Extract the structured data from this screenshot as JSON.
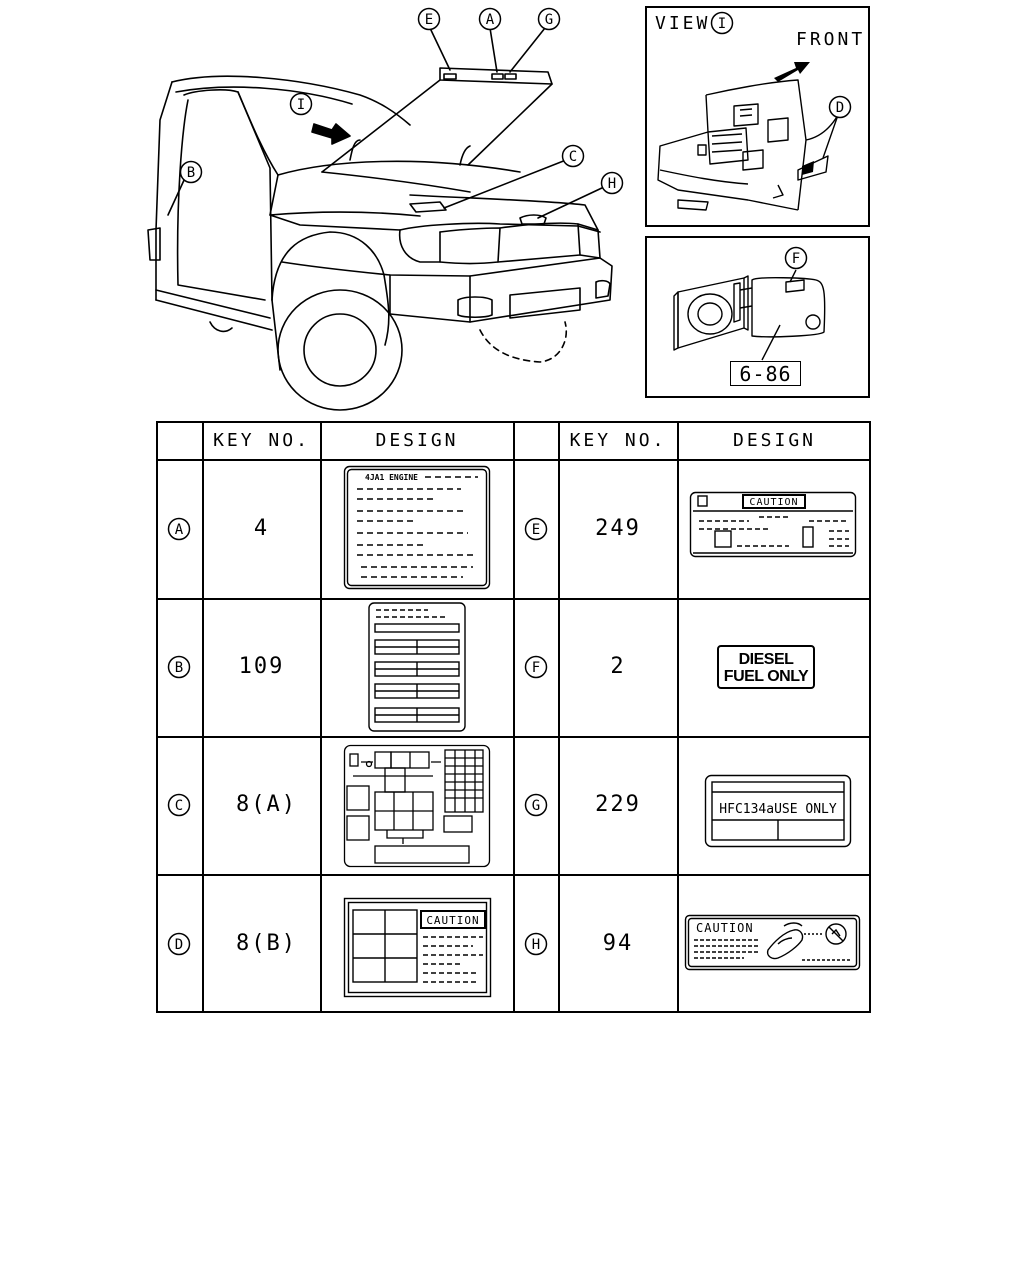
{
  "callouts": {
    "a": "A",
    "b": "B",
    "c": "C",
    "d": "D",
    "e": "E",
    "f": "F",
    "g": "G",
    "h": "H",
    "i": "I"
  },
  "view_inset": {
    "view_label": "VIEW",
    "view_letter": "I",
    "front_label": "FRONT"
  },
  "fuel_inset": {
    "ref_label": "6-86"
  },
  "table": {
    "headers": {
      "key_no": "KEY NO.",
      "design": "DESIGN"
    },
    "rows": [
      {
        "left": {
          "letter": "A",
          "key": "4"
        },
        "right": {
          "letter": "E",
          "key": "249"
        }
      },
      {
        "left": {
          "letter": "B",
          "key": "109"
        },
        "right": {
          "letter": "F",
          "key": "2"
        }
      },
      {
        "left": {
          "letter": "C",
          "key": "8(A)"
        },
        "right": {
          "letter": "G",
          "key": "229"
        }
      },
      {
        "left": {
          "letter": "D",
          "key": "8(B)"
        },
        "right": {
          "letter": "H",
          "key": "94"
        }
      }
    ]
  },
  "label_texts": {
    "engine": "4JA1 ENGINE",
    "caution": "CAUTION",
    "diesel_line1": "DIESEL",
    "diesel_line2": "FUEL ONLY",
    "hfc": "HFC134aUSE ONLY"
  }
}
